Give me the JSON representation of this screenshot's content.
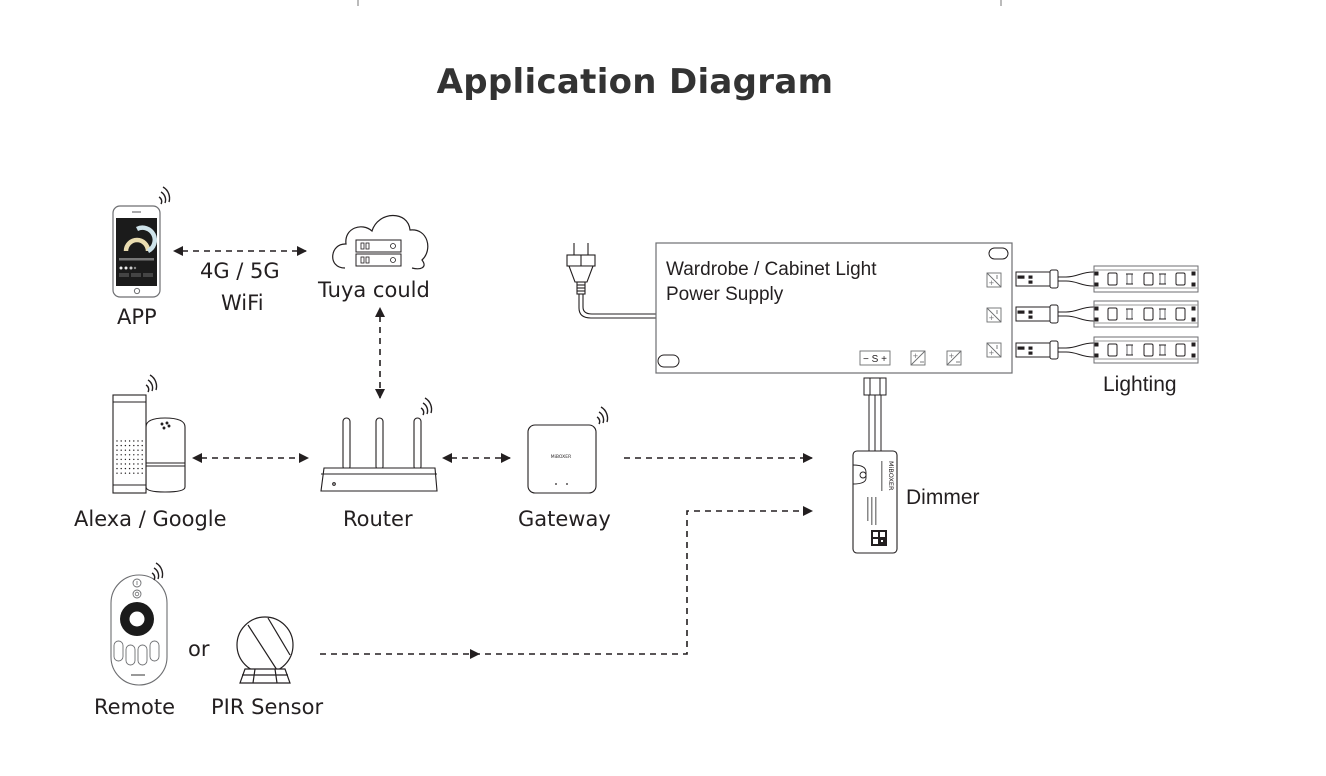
{
  "title": "Application Diagram",
  "nodes": {
    "app": {
      "label": "APP"
    },
    "network": {
      "label_line1": "4G / 5G",
      "label_line2": "WiFi"
    },
    "cloud": {
      "label": "Tuya could"
    },
    "assistant": {
      "label": "Alexa / Google"
    },
    "router": {
      "label": "Router"
    },
    "gateway": {
      "label": "Gateway",
      "brand": "MiBOXER"
    },
    "remote": {
      "label": "Remote"
    },
    "or": {
      "label": "or"
    },
    "pir": {
      "label": "PIR Sensor"
    },
    "power_supply": {
      "label_line1": "Wardrobe / Cabinet Light",
      "label_line2": "Power Supply",
      "sensor_port": "− S +"
    },
    "dimmer": {
      "label": "Dimmer",
      "brand": "MiBOXER"
    },
    "lighting": {
      "label": "Lighting"
    }
  },
  "colors": {
    "line": "#231f20",
    "title": "#333333",
    "outline": "#6d6e71"
  }
}
